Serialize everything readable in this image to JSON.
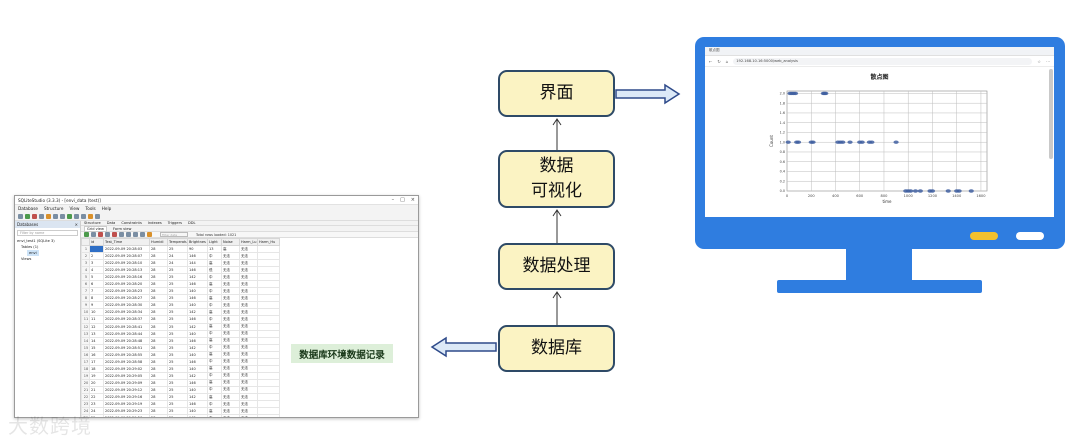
{
  "sqlite": {
    "window_title": "SQLiteStudio (3.3.3) - [envi_data (test)]",
    "menu": [
      "Database",
      "Structure",
      "View",
      "Tools",
      "Help"
    ],
    "databases_header": "Databases",
    "filter_placeholder": "Filter by name",
    "tree": [
      "envi_test1 (SQLite 3)",
      "Tables (1)",
      "envi",
      "Views"
    ],
    "tabs": [
      "Structure",
      "Data",
      "Constraints",
      "Indexes",
      "Triggers",
      "DDL"
    ],
    "subtabs": [
      "Grid view",
      "Form view"
    ],
    "grid_filter_placeholder": "Filter data",
    "grid_extra": "Total rows loaded: 1021",
    "columns": [
      "id",
      "Test_Time",
      "Humidi",
      "Temperatu",
      "Brightnes",
      "Light",
      "Noise",
      "Harm_Lu",
      "Harm_Hu"
    ],
    "rows": [
      [
        "1",
        "",
        "2022-09-09 20:28:03",
        "28",
        "25",
        "90",
        "13",
        "高",
        "无法"
      ],
      [
        "2",
        "2",
        "2022-09-09 20:28:07",
        "28",
        "24",
        "146",
        "中",
        "无法",
        "无法"
      ],
      [
        "3",
        "3",
        "2022-09-09 20:28:10",
        "28",
        "24",
        "144",
        "高",
        "无法",
        "无法"
      ],
      [
        "4",
        "4",
        "2022-09-09 20:28:13",
        "28",
        "25",
        "146",
        "低",
        "无法",
        "无法"
      ],
      [
        "5",
        "5",
        "2022-09-09 20:28:16",
        "28",
        "25",
        "142",
        "中",
        "无法",
        "无法"
      ],
      [
        "6",
        "6",
        "2022-09-09 20:28:20",
        "28",
        "25",
        "146",
        "高",
        "无法",
        "无法"
      ],
      [
        "7",
        "7",
        "2022-09-09 20:28:23",
        "28",
        "25",
        "140",
        "中",
        "无法",
        "无法"
      ],
      [
        "8",
        "8",
        "2022-09-09 20:28:27",
        "28",
        "25",
        "146",
        "高",
        "无法",
        "无法"
      ],
      [
        "9",
        "9",
        "2022-09-09 20:28:30",
        "28",
        "25",
        "140",
        "中",
        "无法",
        "无法"
      ],
      [
        "10",
        "10",
        "2022-09-09 20:28:34",
        "28",
        "25",
        "142",
        "高",
        "无法",
        "无法"
      ],
      [
        "11",
        "11",
        "2022-09-09 20:28:37",
        "28",
        "25",
        "146",
        "中",
        "无法",
        "无法"
      ],
      [
        "12",
        "12",
        "2022-09-09 20:28:41",
        "28",
        "25",
        "142",
        "高",
        "无法",
        "无法"
      ],
      [
        "13",
        "13",
        "2022-09-09 20:28:44",
        "28",
        "25",
        "140",
        "中",
        "无法",
        "无法"
      ],
      [
        "14",
        "14",
        "2022-09-09 20:28:48",
        "28",
        "25",
        "146",
        "高",
        "无法",
        "无法"
      ],
      [
        "15",
        "15",
        "2022-09-09 20:28:51",
        "28",
        "25",
        "142",
        "中",
        "无法",
        "无法"
      ],
      [
        "16",
        "16",
        "2022-09-09 20:28:55",
        "28",
        "25",
        "140",
        "高",
        "无法",
        "无法"
      ],
      [
        "17",
        "17",
        "2022-09-09 20:28:58",
        "28",
        "25",
        "146",
        "中",
        "无法",
        "无法"
      ],
      [
        "18",
        "18",
        "2022-09-09 20:29:02",
        "28",
        "25",
        "140",
        "高",
        "无法",
        "无法"
      ],
      [
        "19",
        "19",
        "2022-09-09 20:29:05",
        "28",
        "25",
        "142",
        "中",
        "无法",
        "无法"
      ],
      [
        "20",
        "20",
        "2022-09-09 20:29:09",
        "28",
        "25",
        "146",
        "高",
        "无法",
        "无法"
      ],
      [
        "21",
        "21",
        "2022-09-09 20:29:12",
        "28",
        "25",
        "140",
        "中",
        "无法",
        "无法"
      ],
      [
        "22",
        "22",
        "2022-09-09 20:29:16",
        "28",
        "25",
        "142",
        "高",
        "无法",
        "无法"
      ],
      [
        "23",
        "23",
        "2022-09-09 20:29:19",
        "28",
        "25",
        "146",
        "中",
        "无法",
        "无法"
      ],
      [
        "24",
        "24",
        "2022-09-09 20:29:23",
        "28",
        "25",
        "140",
        "高",
        "无法",
        "无法"
      ],
      [
        "25",
        "25",
        "2022-09-09 20:29:26",
        "28",
        "25",
        "142",
        "中",
        "无法",
        "无法"
      ]
    ]
  },
  "db_label": "数据库环境数据记录",
  "flow": {
    "ui": "界面",
    "viz_line1": "数据",
    "viz_line2": "可视化",
    "processing": "数据处理",
    "database": "数据库"
  },
  "browser": {
    "tab_title": "散点图",
    "address": "192.168.10.16:5000/web_analysis",
    "page_title": "散点图"
  },
  "chart_data": {
    "type": "scatter",
    "title": "",
    "xlabel": "time",
    "ylabel": "Count",
    "xticks": [
      0,
      200,
      400,
      600,
      800,
      1000,
      1200,
      1400,
      1600
    ],
    "yticks": [
      "0.0",
      "0.2",
      "0.4",
      "0.6",
      "0.8",
      "1.0",
      "1.2",
      "1.4",
      "1.6",
      "1.8",
      "2.0"
    ],
    "xlim": [
      0,
      1650
    ],
    "ylim": [
      0,
      2.05
    ],
    "point_color": "#3f5fa0",
    "series": [
      {
        "x": [
          25,
          40,
          55,
          70,
          300,
          310,
          320
        ],
        "y": [
          2,
          2,
          2,
          2,
          2,
          2,
          2
        ]
      },
      {
        "x": [
          10,
          80,
          95,
          200,
          215,
          420,
          440,
          460,
          520,
          600,
          620,
          680,
          700,
          900
        ],
        "y": [
          1,
          1,
          1,
          1,
          1,
          1,
          1,
          1,
          1,
          1,
          1,
          1,
          1,
          1
        ]
      },
      {
        "x": [
          980,
          1000,
          1020,
          1060,
          1100,
          1180,
          1200,
          1330,
          1400,
          1420,
          1520
        ],
        "y": [
          0,
          0,
          0,
          0,
          0,
          0,
          0,
          0,
          0,
          0,
          0
        ]
      }
    ]
  },
  "watermark": "大数跨境",
  "colors": {
    "box_fill": "#fbf3c3",
    "box_border": "#2e4a67",
    "monitor_blue": "#2f7de0",
    "label_green": "#ddefd9",
    "arrow_fill": "#dce9f7",
    "arrow_border": "#2e4a8a"
  }
}
